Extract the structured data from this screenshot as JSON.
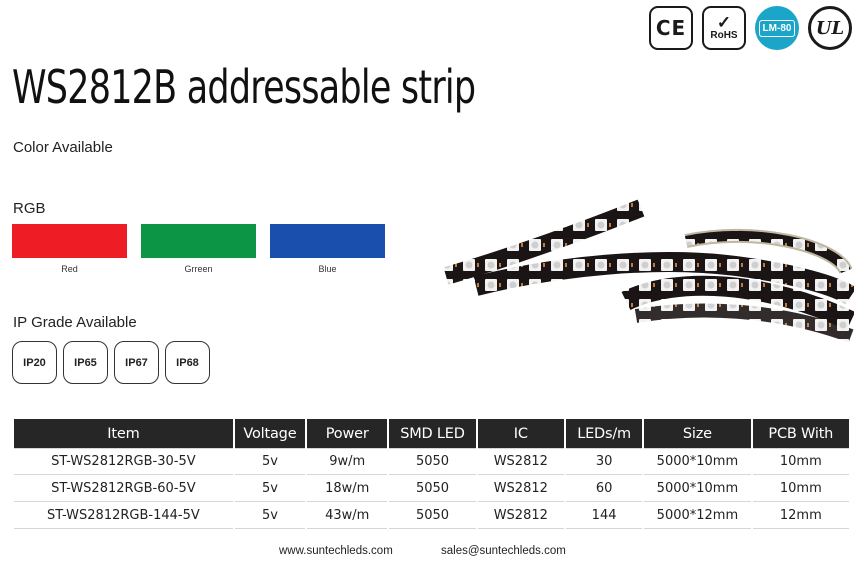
{
  "certifications": [
    {
      "name": "ce-mark",
      "text": "CE",
      "icon": "ce-icon"
    },
    {
      "name": "rohs-mark",
      "text": "RoHS",
      "icon": "rohs-icon"
    },
    {
      "name": "lm80-mark",
      "text": "LM-80",
      "icon": "lm80-icon",
      "color": "#1aa5c9"
    },
    {
      "name": "ul-mark",
      "text": "UL",
      "icon": "ul-icon"
    }
  ],
  "title": "WS2812B addressable strip",
  "color_section": {
    "label": "Color Available",
    "group_label": "RGB",
    "swatches": [
      {
        "name": "Red",
        "color": "#ee1c25"
      },
      {
        "name": "Grreen",
        "color": "#0b9544"
      },
      {
        "name": "Blue",
        "color": "#1b4fae"
      }
    ]
  },
  "ip_section": {
    "label": "IP Grade Available",
    "grades": [
      "IP20",
      "IP65",
      "IP67",
      "IP68"
    ]
  },
  "table": {
    "headers": [
      "Item",
      "Voltage",
      "Power",
      "SMD LED",
      "IC",
      "LEDs/m",
      "Size",
      "PCB With"
    ],
    "rows": [
      [
        "ST-WS2812RGB-30-5V",
        "5v",
        "9w/m",
        "5050",
        "WS2812",
        "30",
        "5000*10mm",
        "10mm"
      ],
      [
        "ST-WS2812RGB-60-5V",
        "5v",
        "18w/m",
        "5050",
        "WS2812",
        "60",
        "5000*10mm",
        "10mm"
      ],
      [
        "ST-WS2812RGB-144-5V",
        "5v",
        "43w/m",
        "5050",
        "WS2812",
        "144",
        "5000*12mm",
        "12mm"
      ]
    ]
  },
  "footer": {
    "website": "www.suntechleds.com",
    "email": "sales@suntechleds.com"
  },
  "colors": {
    "header_bg": "#262626",
    "strip_pcb": "#1b1414",
    "led_white": "#f2f2f2"
  }
}
